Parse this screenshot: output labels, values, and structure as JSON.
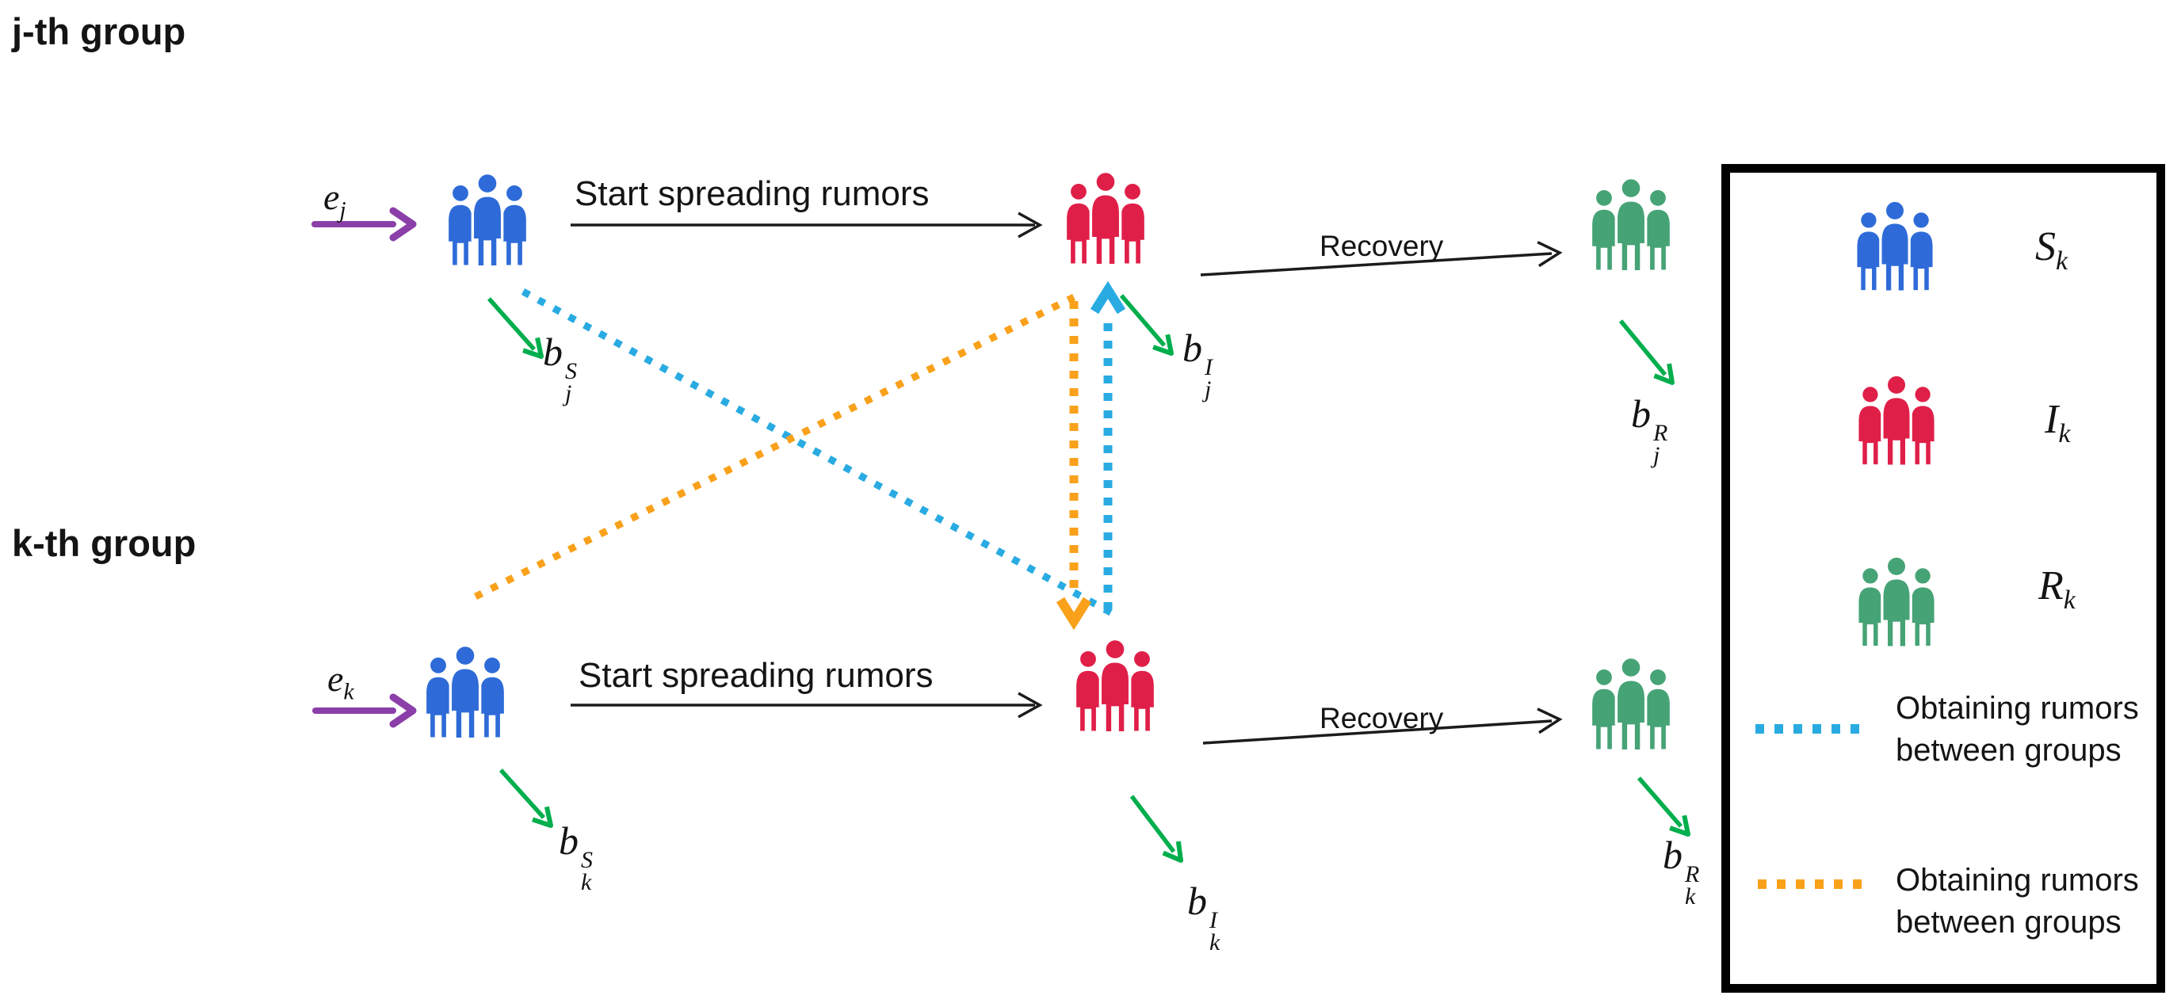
{
  "titles": {
    "group_j": "j-th group",
    "group_k": "k-th group"
  },
  "flow": {
    "start_spreading": "Start spreading rumors",
    "recovery": "Recovery"
  },
  "math": {
    "e": "e",
    "b": "b",
    "sub_j": "j",
    "sub_k": "k",
    "sup_S": "S",
    "sup_I": "I",
    "sup_R": "R"
  },
  "legend": {
    "entries": [
      {
        "icon": "people-group-blue-icon",
        "base": "S",
        "sub": "k"
      },
      {
        "icon": "people-group-red-icon",
        "base": "I",
        "sub": "k"
      },
      {
        "icon": "people-group-green-icon",
        "base": "R",
        "sub": "k"
      },
      {
        "icon": "cyan-dotted-line-icon",
        "line1": "Obtaining rumors",
        "line2": "between groups"
      },
      {
        "icon": "orange-dotted-line-icon",
        "line1": "Obtaining rumors",
        "line2": "between groups"
      }
    ]
  },
  "colors": {
    "blue": "#2E6BD8",
    "red": "#E01F48",
    "green_people": "#46A376",
    "green_arrow": "#00AE4D",
    "purple": "#8B3FA8",
    "cyan": "#29ABE2",
    "orange": "#F9A11B",
    "ink": "#1C1C1C"
  }
}
